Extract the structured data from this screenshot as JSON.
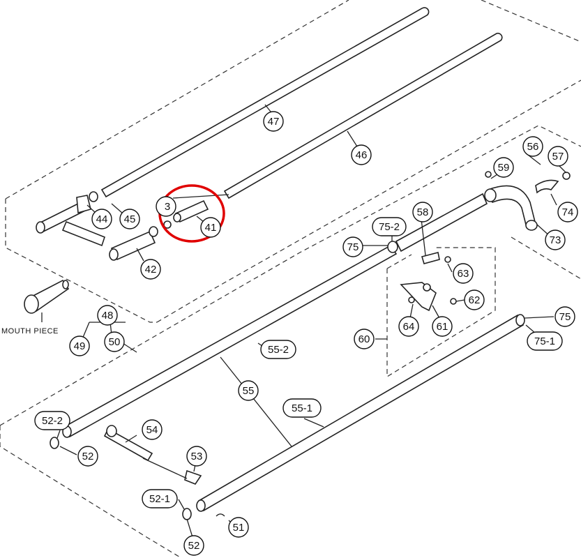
{
  "diagram": {
    "callouts": {
      "p47": "47",
      "p46": "46",
      "p44": "44",
      "p45": "45",
      "p43": "3",
      "p41": "41",
      "p42": "42",
      "p48": "48",
      "p49": "49",
      "p50": "50",
      "p56": "56",
      "p57": "57",
      "p59": "59",
      "p74": "74",
      "p73": "73",
      "p58": "58",
      "p75_2": "75-2",
      "p75a": "75",
      "p63": "63",
      "p62": "62",
      "p64": "64",
      "p61": "61",
      "p60": "60",
      "p75b": "75",
      "p75_1": "75-1",
      "p55_2": "55-2",
      "p55": "55",
      "p55_1": "55-1",
      "p52_2": "52-2",
      "p52a": "52",
      "p54": "54",
      "p53": "53",
      "p52_1": "52-1",
      "p52b": "52",
      "p51": "51"
    },
    "mouthpiece_label": "MOUTH PIECE",
    "highlight_color": "#e00000"
  }
}
